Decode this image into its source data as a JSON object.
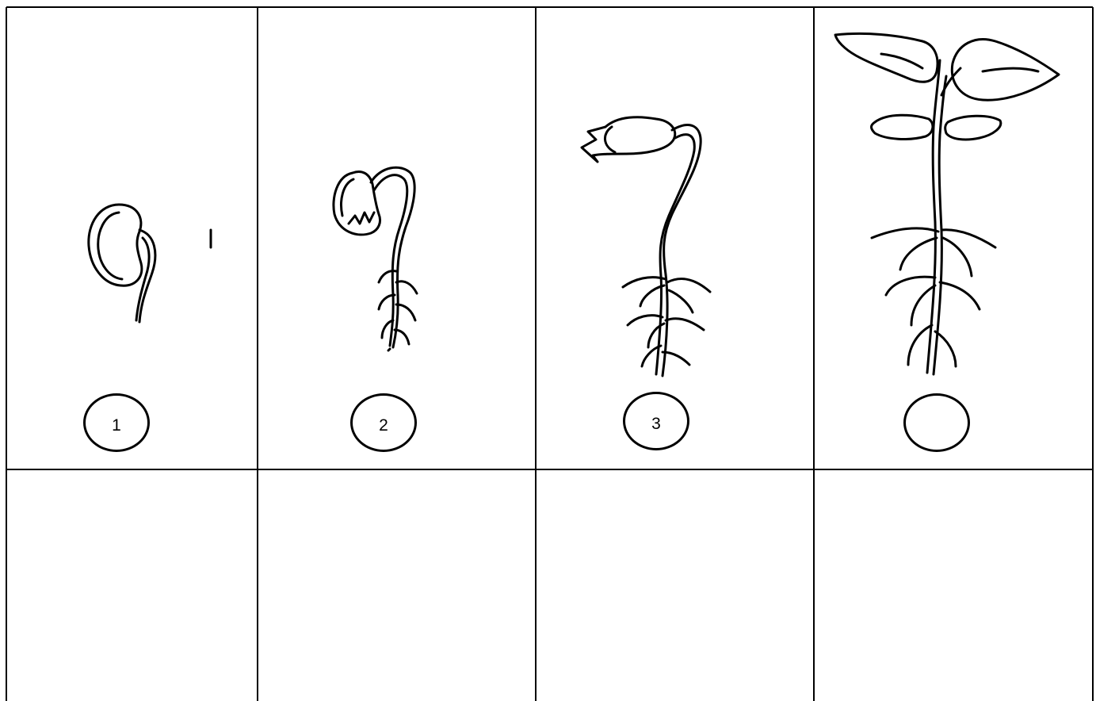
{
  "stages": [
    {
      "name": "seed-with-root",
      "number": "1"
    },
    {
      "name": "hook-seedling",
      "number": "2"
    },
    {
      "name": "emerging-seedling",
      "number": "3"
    },
    {
      "name": "young-plant",
      "number": ""
    }
  ],
  "colors": {
    "line": "#000000",
    "background": "#ffffff"
  }
}
